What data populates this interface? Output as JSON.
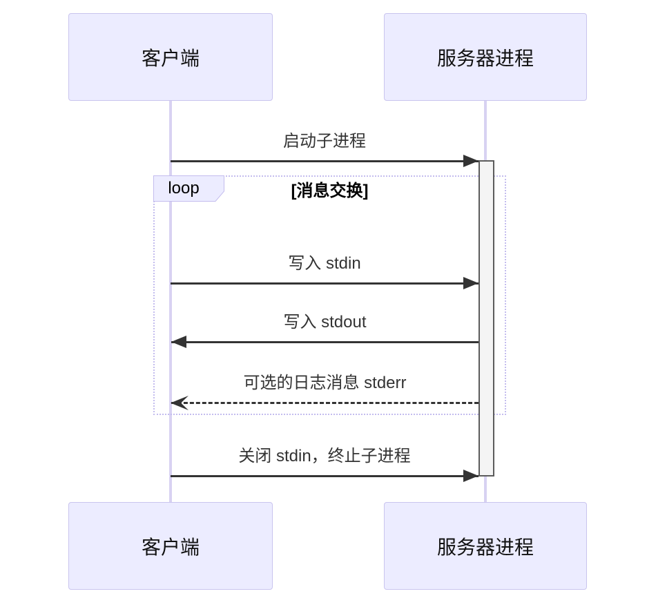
{
  "diagram": {
    "kind": "sequence-diagram",
    "actors": [
      {
        "id": "client",
        "label": "客户端"
      },
      {
        "id": "server",
        "label": "服务器进程"
      }
    ],
    "messages": [
      {
        "from": "client",
        "to": "server",
        "text": "启动子进程",
        "line": "solid",
        "arrow": "filled",
        "in_loop": false
      },
      {
        "from": "client",
        "to": "server",
        "text": "写入 stdin",
        "line": "solid",
        "arrow": "filled",
        "in_loop": true
      },
      {
        "from": "server",
        "to": "client",
        "text": "写入 stdout",
        "line": "solid",
        "arrow": "filled",
        "in_loop": true
      },
      {
        "from": "server",
        "to": "client",
        "text": "可选的日志消息 stderr",
        "line": "dashed",
        "arrow": "open",
        "in_loop": true
      },
      {
        "from": "client",
        "to": "server",
        "text": "关闭 stdin，终止子进程",
        "line": "solid",
        "arrow": "filled",
        "in_loop": false
      }
    ],
    "loop": {
      "keyword": "loop",
      "title": "[消息交换]"
    }
  },
  "colors": {
    "background": "#FFFFFF",
    "actor_fill": "#ECECFF",
    "actor_border": "#C9C4EE",
    "lifeline": "#D8D2F2",
    "loop_border": "#C3BCEE",
    "loop_label_fill": "#ECECFF",
    "activation_fill": "#F4F4F4",
    "activation_border": "#5B5B5B",
    "message_color": "#333333",
    "loop_title_color": "#000000"
  }
}
